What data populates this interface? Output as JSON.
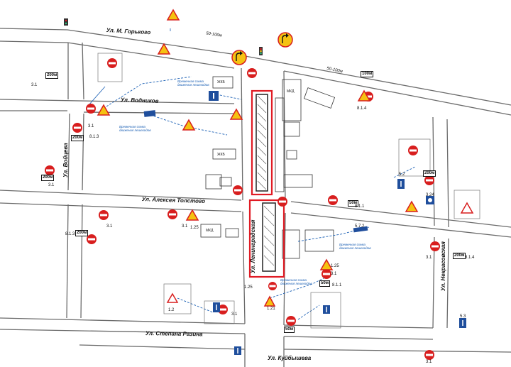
{
  "streets": {
    "gorkogo": "Ул. М. Горького",
    "vodnikov": "Ул. Водников",
    "voitseva": "Ул. Войцева",
    "tolstogo": "Ул. Алексея Толстого",
    "leningradskaya": "Ул. Ленинградская",
    "razina": "Ул. Степана Разина",
    "kuibysheva": "Ул. Куйбышева",
    "nekrasovskaya": "Ул. Некрасовская"
  },
  "distances": {
    "d1": "50-100м",
    "d2": "50-100м"
  },
  "sign_codes": {
    "c31": "3.1",
    "c113": "8.1.3",
    "c114": "8.1.4",
    "c111": "8.1.1",
    "c125": "1.25",
    "c121": "1.21",
    "c52": "5.2",
    "c53": "5.3",
    "c572": "5.7.2",
    "c3241": "3.24",
    "c615": "1.2"
  },
  "plates": {
    "p200": "200м",
    "p50": "50м",
    "p100": "100м"
  },
  "buildings": {
    "b1": "ЖКБ",
    "b2": "МКД",
    "b3": "ЖКБ",
    "b4": "МКД"
  },
  "notes": {
    "n1": "Временная схема движения пешеходов",
    "n2": "Временная схема движения пешеходов",
    "n3": "Временная схема движения пешеходов",
    "n4": "Временная схема движения пешеходов"
  },
  "colors": {
    "road_edge": "#6b6b6b",
    "fence": "#e01b24",
    "sign_red": "#d81e1e",
    "pedestrian_path": "#1a5fb4",
    "sign_blue": "#1f4e9c",
    "warning_yellow": "#f5c211"
  },
  "icons": [
    "no-entry-icon",
    "road-works-icon",
    "turn-sign-icon",
    "traffic-light-icon",
    "one-way-icon",
    "pedestrian-arrow-icon"
  ]
}
